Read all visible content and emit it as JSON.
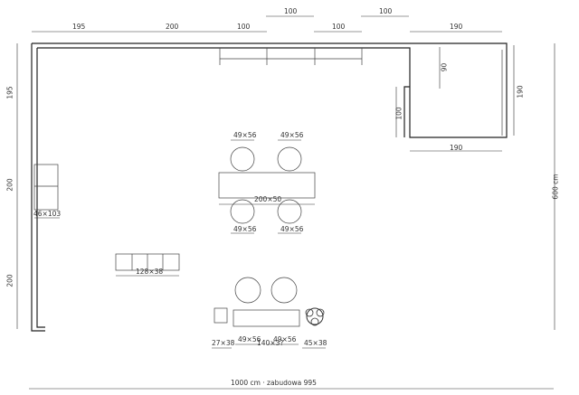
{
  "plan": {
    "top_dims": [
      "195",
      "200",
      "100",
      "100",
      "100",
      "100",
      "190"
    ],
    "right_section": {
      "inner_vertical": "90",
      "outer_vertical": "190",
      "left_vertical": "100",
      "bottom_width": "190"
    },
    "left_dims": [
      "195",
      "200",
      "200"
    ],
    "right_overall": "600 cm",
    "bottom_overall": "1000 cm · zabudowa 995",
    "furniture": {
      "chair_top_left": "49×56",
      "chair_top_right": "49×56",
      "table": "200×50",
      "chair_bottom_left": "49×56",
      "chair_bottom_right": "49×56",
      "left_shelf": "46×103",
      "sofa": "128×38",
      "armchair_left": "49×56",
      "armchair_right": "49×56",
      "side_table": "27×38",
      "coffee_table": "140×3?",
      "plant": "45×38"
    }
  }
}
